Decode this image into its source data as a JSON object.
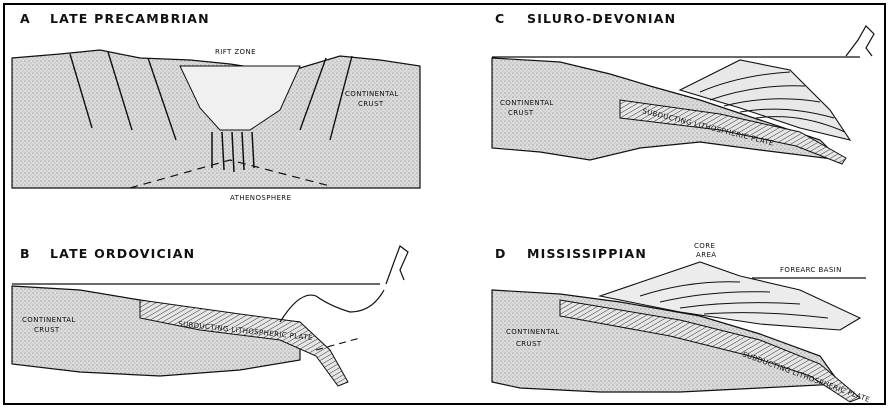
{
  "panels": {
    "a": {
      "letter": "A",
      "title": "LATE PRECAMBRIAN",
      "labels": {
        "rift_zone": "RIFT ZONE",
        "continental": "CONTINENTAL",
        "crust": "CRUST",
        "athenosphere": "ATHENOSPHERE"
      }
    },
    "b": {
      "letter": "B",
      "title": "LATE ORDOVICIAN",
      "labels": {
        "continental": "CONTINENTAL",
        "crust": "CRUST",
        "subducting_plate": "SUBDUCTING LITHOSPHERIC PLATE"
      }
    },
    "c": {
      "letter": "C",
      "title": "SILURO-DEVONIAN",
      "labels": {
        "continental": "CONTINENTAL",
        "crust": "CRUST",
        "subducting_plate": "SUBDUCTING LITHOSPHERIC PLATE"
      }
    },
    "d": {
      "letter": "D",
      "title": "MISSISSIPPIAN",
      "labels": {
        "core": "CORE",
        "area": "AREA",
        "forearc_basin": "FOREARC BASIN",
        "continental": "CONTINENTAL",
        "crust": "CRUST",
        "subducting_plate": "SUBDUCTING LITHOSPHERIC PLATE"
      }
    }
  },
  "colors": {
    "ink": "#111111",
    "crust_fill": "#d9d9d9",
    "background": "#ffffff"
  }
}
